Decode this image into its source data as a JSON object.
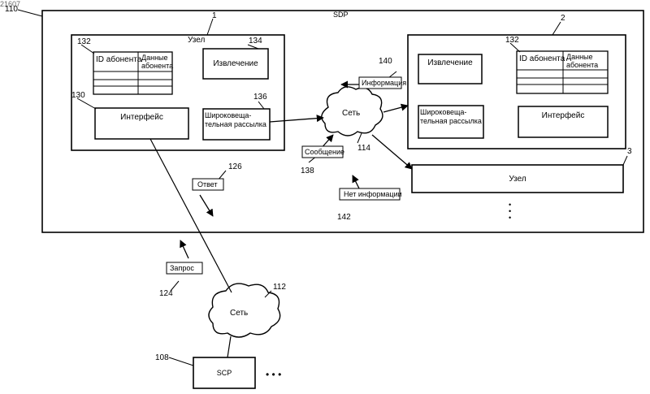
{
  "diagram": {
    "corner_text": "21607",
    "ref_outer": "110",
    "sdp_title": "SDP",
    "node1": {
      "ref": "1",
      "title": "Узел",
      "table_ref": "132",
      "col_id": "ID абонента",
      "col_data": "Данные абонента",
      "extract_ref": "134",
      "extract_label": "Извлечение",
      "interface_ref": "130",
      "interface_label": "Интерфейс",
      "broadcast_ref": "136",
      "broadcast_label": "Широковеща-тельная рассылка"
    },
    "node2": {
      "ref": "2",
      "table_ref": "132",
      "extract_label": "Извлечение",
      "col_id": "ID абонента",
      "col_data": "Данные абонента",
      "broadcast_label": "Широковеща-тельная рассылка",
      "interface_label": "Интерфейс"
    },
    "node3": {
      "ref": "3",
      "label": "Узел"
    },
    "network_inner": {
      "label": "Сеть",
      "ref": "114"
    },
    "info": {
      "label": "Информация",
      "ref": "140"
    },
    "message": {
      "label": "Сообщение",
      "ref": "138"
    },
    "no_info": {
      "label": "Нет информации",
      "ref": "142"
    },
    "answer": {
      "label": "Ответ",
      "ref": "126"
    },
    "request": {
      "label": "Запрос",
      "ref": "124"
    },
    "network_outer": {
      "label": "Сеть",
      "ref": "112"
    },
    "scp": {
      "label": "SCP",
      "ref": "108"
    },
    "ellipsis": "• • •"
  }
}
